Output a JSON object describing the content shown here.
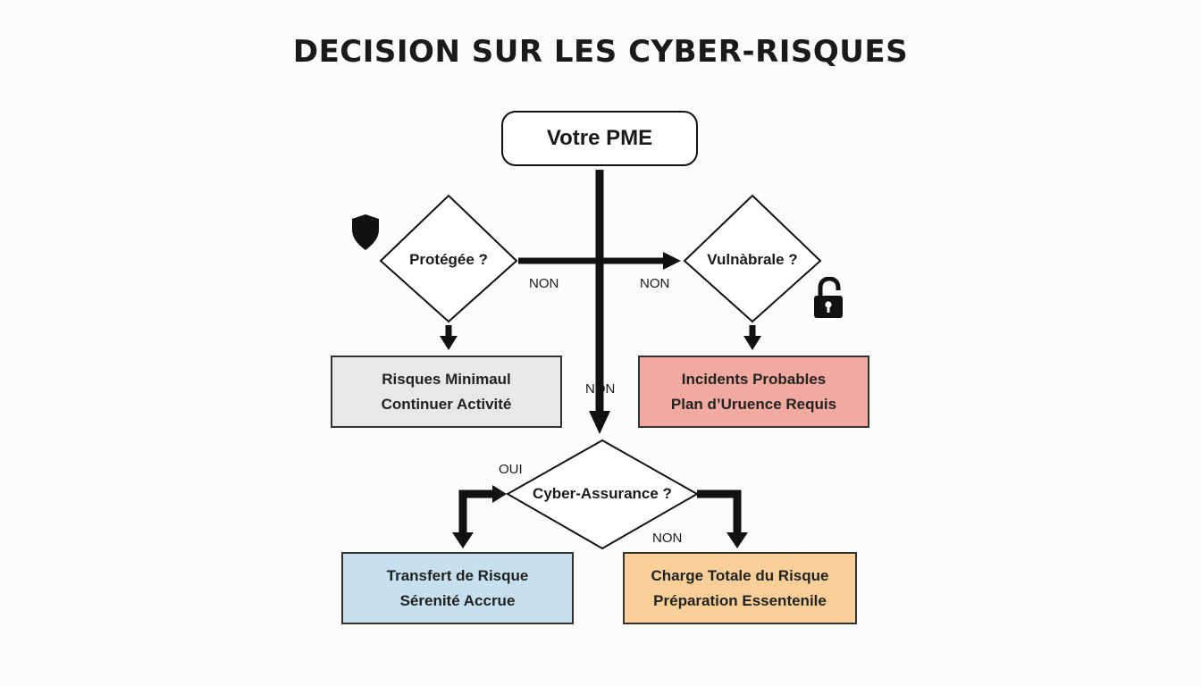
{
  "title": "DECISION SUR LES CYBER-RISQUES",
  "start": {
    "label": "Votre PME"
  },
  "decisions": {
    "protected": {
      "label": "Protégée ?"
    },
    "vulnerable": {
      "label": "Vulnàbrale ?"
    },
    "insurance": {
      "label": "Cyber-Assurance ?"
    }
  },
  "edge_labels": {
    "protected_no": "NON",
    "vulnerable_no": "NON",
    "center_no": "NON",
    "insurance_yes": "OUI",
    "insurance_no": "NON"
  },
  "outcomes": {
    "minimal": {
      "line1": "Risques Minimaul",
      "line2": "Continuer Activité",
      "color": "#e8e8e8"
    },
    "incidents": {
      "line1": "Incidents Probables",
      "line2": "Plan d’Uruence Requis",
      "color": "#f2aaa0"
    },
    "transfer": {
      "line1": "Transfert de Risque",
      "line2": "Sérenité Accrue",
      "color": "#c6e0ee"
    },
    "charge": {
      "line1": "Charge Totale du Risque",
      "line2": "Préparation Essentenile",
      "color": "#f8cf98"
    }
  },
  "icons": {
    "protected": "shield-icon",
    "vulnerable": "unlocked-padlock-icon"
  }
}
